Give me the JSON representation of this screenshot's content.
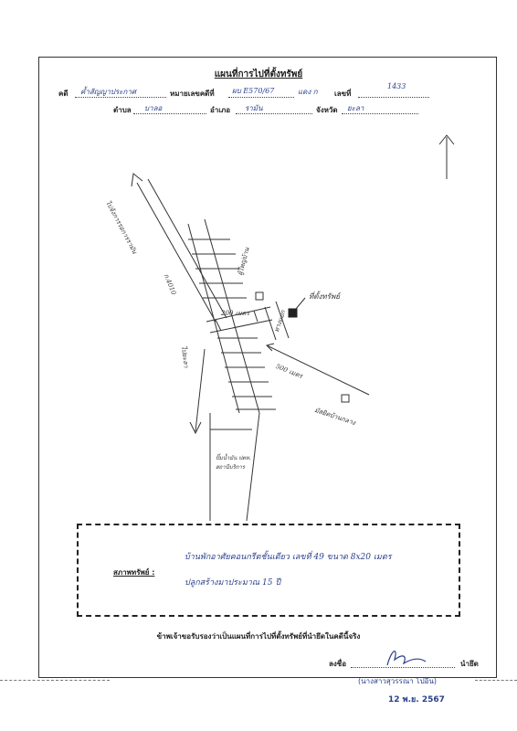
{
  "header": {
    "title": "แผนที่การไปที่ตั้งทรัพย์",
    "case_label": "คดี",
    "case_value": "ค้ำสัญญาประกาศ",
    "black_case_label": "หมายเลขคดีที่",
    "black_case_value": "ผบ E570/67",
    "red_case_note": "แดง ก",
    "number_label": "เลขที่",
    "number_value": "1433",
    "subdistrict_label": "ตำบล",
    "subdistrict_value": "บาลอ",
    "district_label": "อำเภอ",
    "district_value": "รามัน",
    "province_label": "จังหวัด",
    "province_value": "ยะลา"
  },
  "map": {
    "north_arrow": "↑",
    "road_to_label": "ไปจ้งการรอการรามัน",
    "road_code": "ก.4010",
    "village_head_label": "ผู้ใหญ่บ้าน",
    "distance_top": "200 เมตร",
    "side_road_label": "ทางแยก",
    "property_label": "ที่ตั้งทรัพย์",
    "distance_diagonal": "500 เมตร",
    "mosque_label": "มัสยิดบ้านกลาง",
    "route_label": "ไปยะลา",
    "gas_station_label": "ปั๊มน้ำมัน ปตท.",
    "note_under_station": "สถานีบริการ"
  },
  "condition": {
    "label": "สภาพทรัพย์ :",
    "line1": "บ้านพักอาศัยคอนกรีตชั้นเดียว เลขที่ 49 ขนาด 8x20 เมตร",
    "line2": "ปลูกสร้างมาประมาณ 15 ปี"
  },
  "certification": "ข้าพเจ้าขอรับรองว่าเป็นแผนที่การไปที่ตั้งทรัพย์ที่นำยึดในคดีนี้จริง",
  "signature": {
    "sign_label": "ลงชื่อ",
    "role": "นำยึด",
    "name": "(นางสาวสุวรรณา โปอีน)",
    "date": "12 พ.ย. 2567"
  }
}
